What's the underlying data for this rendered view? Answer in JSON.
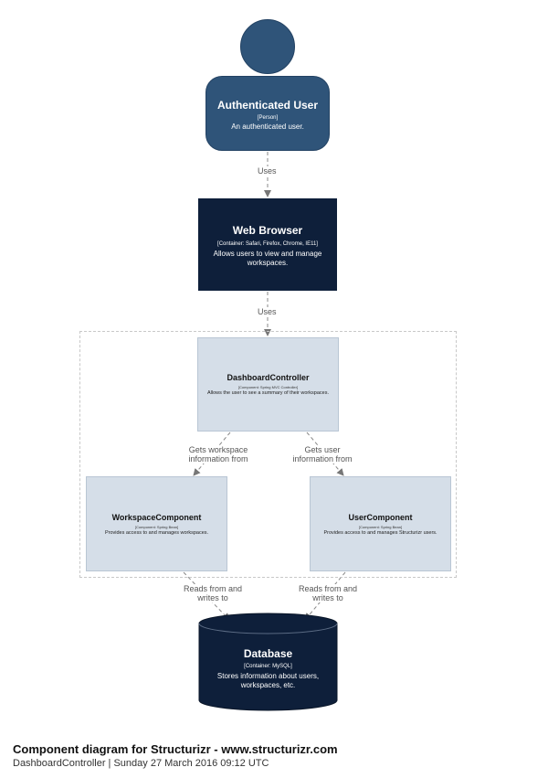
{
  "nodes": {
    "user": {
      "name": "Authenticated User",
      "type": "[Person]",
      "description": "An authenticated user."
    },
    "browser": {
      "name": "Web Browser",
      "technology": "[Container: Safari, Firefox, Chrome, IE11]",
      "description": "Allows users to view and manage workspaces."
    },
    "dashboard": {
      "name": "DashboardController",
      "technology": "[Component: Spring MVC Controller]",
      "description": "Allows the user to see a summary of their workspaces."
    },
    "workspace": {
      "name": "WorkspaceComponent",
      "technology": "[Component: Spring Bean]",
      "description": "Provides access to and manages workspaces."
    },
    "usercomp": {
      "name": "UserComponent",
      "technology": "[Component: Spring Bean]",
      "description": "Provides access to and manages Structurizr users."
    },
    "database": {
      "name": "Database",
      "technology": "[Container: MySQL]",
      "description": "Stores information about users, workspaces, etc."
    }
  },
  "edges": {
    "user_browser": "Uses",
    "browser_dashboard": "Uses",
    "dashboard_workspace": "Gets workspace information from",
    "dashboard_user": "Gets user information from",
    "workspace_db": "Reads from and writes to",
    "user_db": "Reads from and writes to"
  },
  "footer": {
    "title": "Component diagram for Structurizr - www.structurizr.com",
    "subtitle": "DashboardController | Sunday 27 March 2016 09:12 UTC"
  },
  "colors": {
    "person": "#2f5479",
    "container": "#0e1f3a",
    "component": "#d5dee8",
    "edge": "#777777"
  }
}
